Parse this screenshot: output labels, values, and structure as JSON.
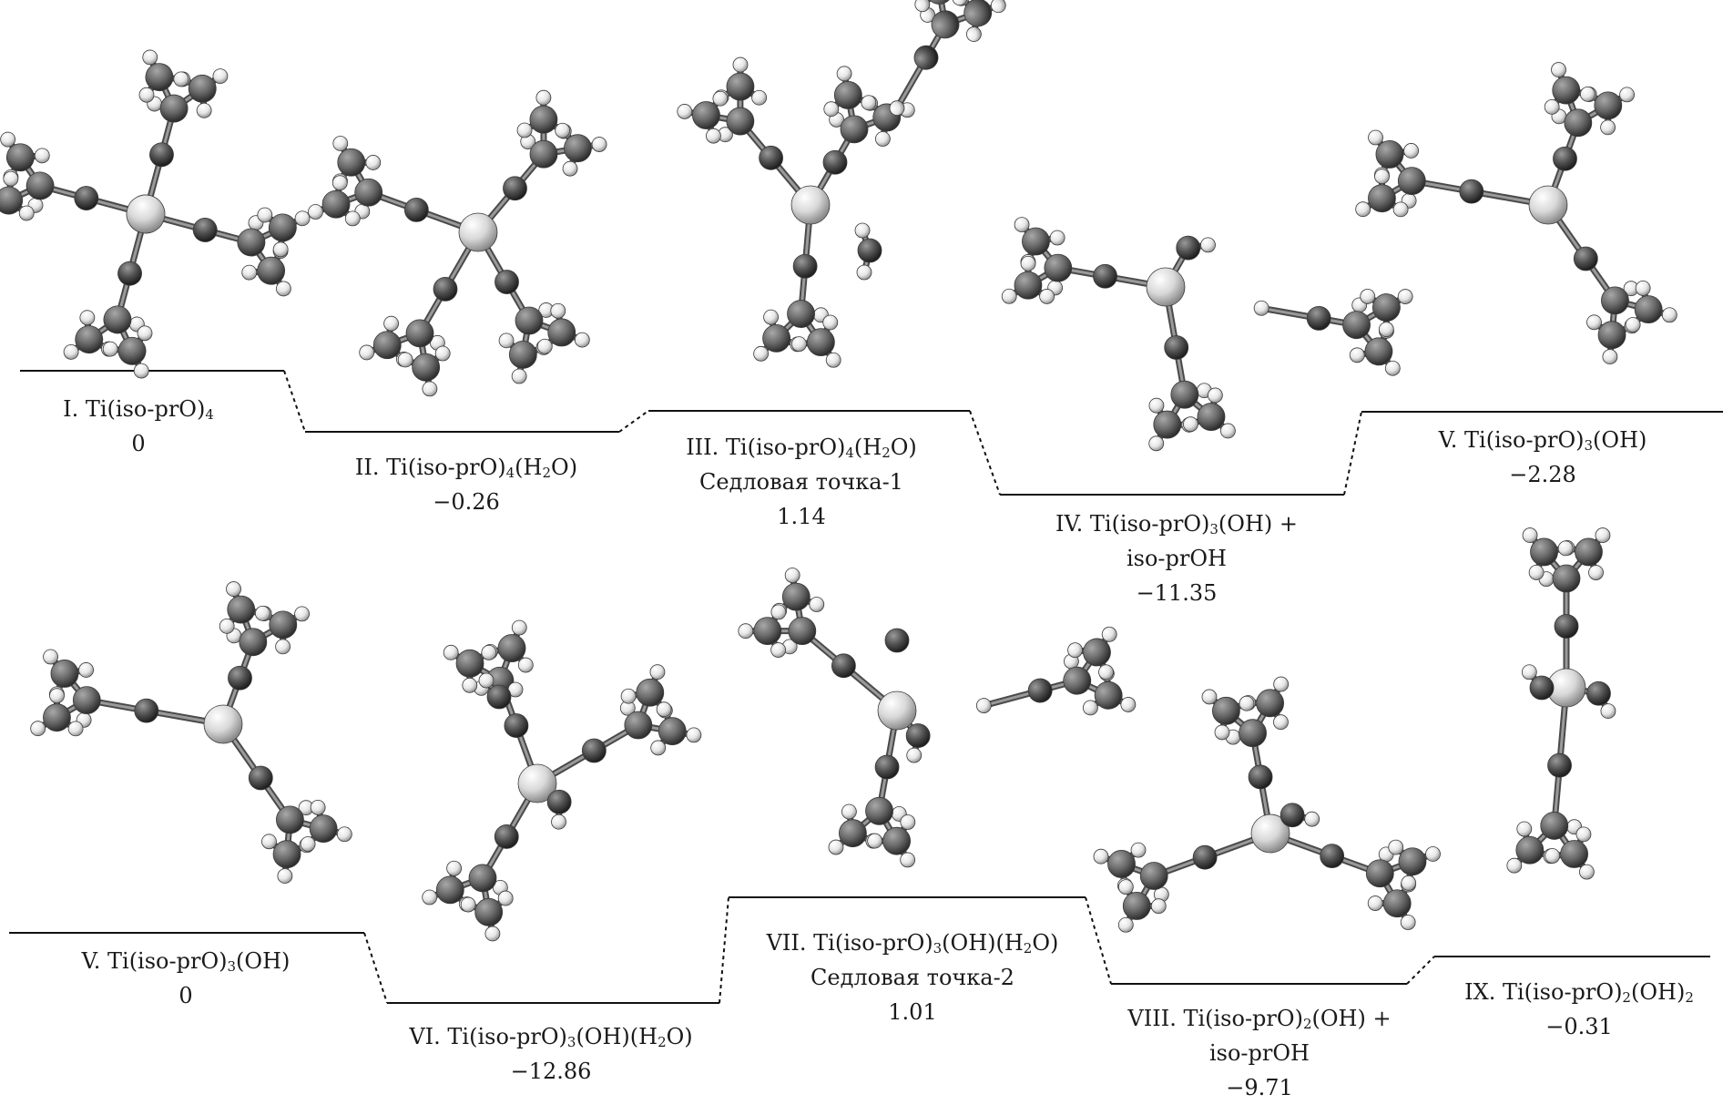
{
  "panels": [
    {
      "id": "top",
      "states": [
        {
          "formula": "I. Ti(iso-prO)<sub>4</sub>",
          "extra": "",
          "energy": "0"
        },
        {
          "formula": "II. Ti(iso-prO)<sub>4</sub>(H<sub>2</sub>O)",
          "extra": "",
          "energy": "−0.26"
        },
        {
          "formula": "III. Ti(iso-prO)<sub>4</sub>(H<sub>2</sub>O)",
          "extra": "Седловая точка-1",
          "energy": "1.14"
        },
        {
          "formula": "IV. Ti(iso-prO)<sub>3</sub>(OH) +",
          "extra": "iso-prOH",
          "energy": "−11.35"
        },
        {
          "formula": "V. Ti(iso-prO)<sub>3</sub>(OH)",
          "extra": "",
          "energy": "−2.28"
        }
      ]
    },
    {
      "id": "bottom",
      "states": [
        {
          "formula": "V. Ti(iso-prO)<sub>3</sub>(OH)",
          "extra": "",
          "energy": "0"
        },
        {
          "formula": "VI. Ti(iso-prO)<sub>3</sub>(OH)(H<sub>2</sub>O)",
          "extra": "",
          "energy": "−12.86"
        },
        {
          "formula": "VII. Ti(iso-prO)<sub>3</sub>(OH)(H<sub>2</sub>O)",
          "extra": "Седловая точка-2",
          "energy": "1.01"
        },
        {
          "formula": "VIII. Ti(iso-prO)<sub>2</sub>(OH) +",
          "extra": "iso-prOH",
          "energy": "−9.71"
        },
        {
          "formula": "IX. Ti(iso-prO)<sub>2</sub>(OH)<sub>2</sub>",
          "extra": "",
          "energy": "−0.31"
        }
      ]
    }
  ],
  "colors": {
    "ti": "#dedede",
    "o": "#5a5a5a",
    "c": "#6e6e6e",
    "h": "#f4f4f4",
    "line": "#111111"
  }
}
